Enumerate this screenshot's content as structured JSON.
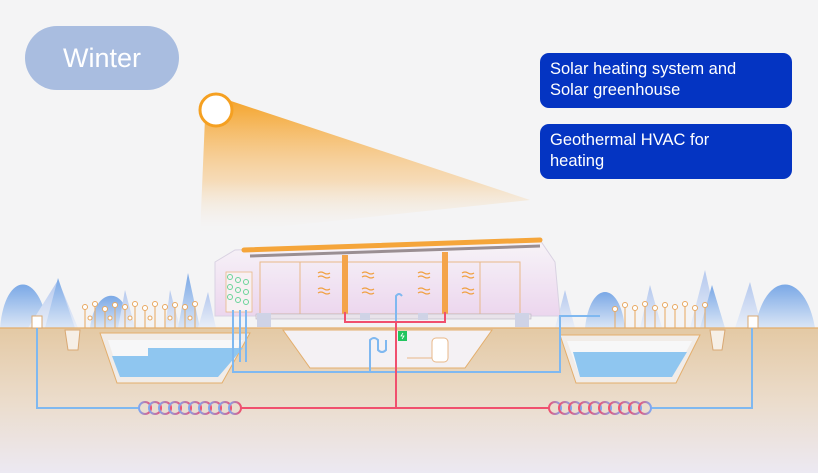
{
  "season": "Winter",
  "labels": [
    {
      "line1": "Solar heating system and",
      "line2": "Solar greenhouse"
    },
    {
      "line1": "Geothermal HVAC for",
      "line2": "heating"
    }
  ],
  "colors": {
    "label_bg": "#0434c2",
    "season_bg": "#a9bde0",
    "sun": "#f5a623",
    "hot_pipe": "#f0506e",
    "cold_pipe": "#7fb8f0",
    "ground": "#e6cfae"
  }
}
